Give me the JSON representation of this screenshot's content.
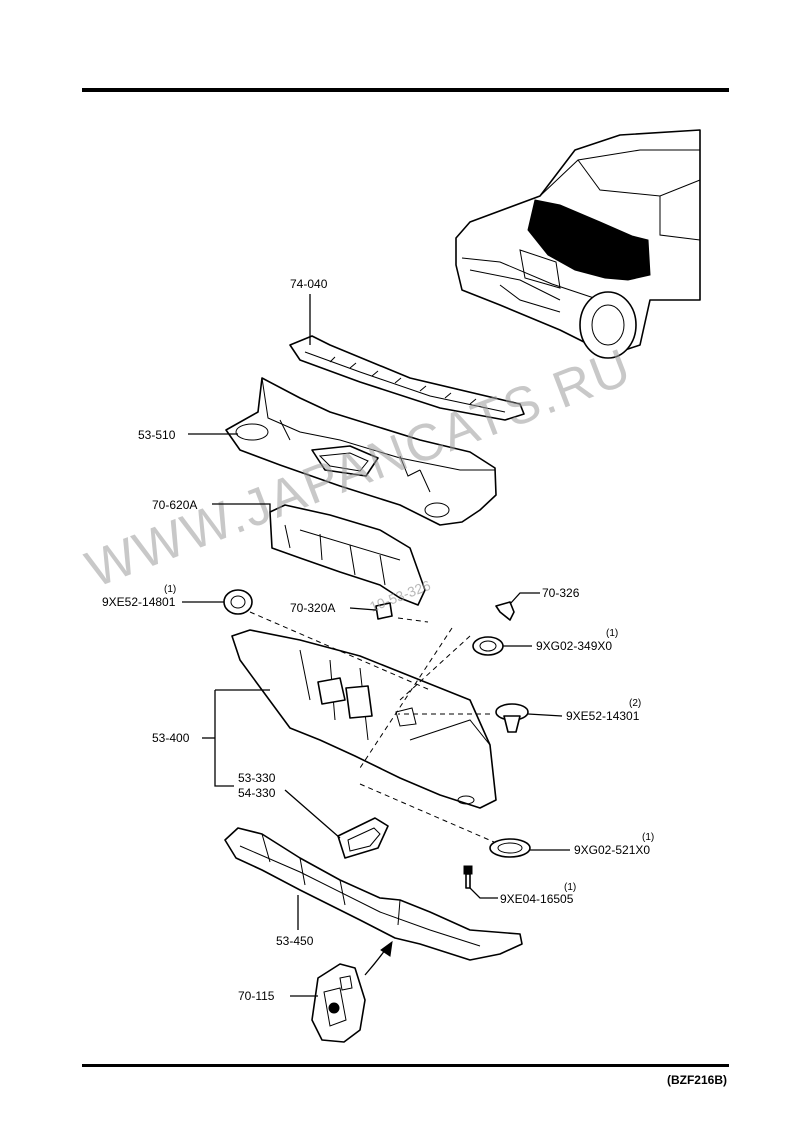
{
  "watermark": {
    "main": "WWW.JAPANCATS.RU",
    "sub": "10-53-326"
  },
  "figure_code": "(BZF216B)",
  "callouts": [
    {
      "id": "74-040",
      "part": "74-040",
      "qty": ""
    },
    {
      "id": "53-510",
      "part": "53-510",
      "qty": ""
    },
    {
      "id": "70-620A",
      "part": "70-620A",
      "qty": ""
    },
    {
      "id": "9XE52-14801",
      "part": "9XE52-14801",
      "qty": "(1)"
    },
    {
      "id": "70-320A",
      "part": "70-320A",
      "qty": ""
    },
    {
      "id": "70-326",
      "part": "70-326",
      "qty": ""
    },
    {
      "id": "9XG02-349X0",
      "part": "9XG02-349X0",
      "qty": "(1)"
    },
    {
      "id": "9XE52-14301",
      "part": "9XE52-14301",
      "qty": "(2)"
    },
    {
      "id": "53-400",
      "part": "53-400",
      "qty": ""
    },
    {
      "id": "53-330",
      "part": "53-330",
      "qty": ""
    },
    {
      "id": "54-330",
      "part": "54-330",
      "qty": ""
    },
    {
      "id": "9XG02-521X0",
      "part": "9XG02-521X0",
      "qty": "(1)"
    },
    {
      "id": "9XE04-16505",
      "part": "9XE04-16505",
      "qty": "(1)"
    },
    {
      "id": "53-450",
      "part": "53-450",
      "qty": ""
    },
    {
      "id": "70-115",
      "part": "70-115",
      "qty": ""
    }
  ]
}
